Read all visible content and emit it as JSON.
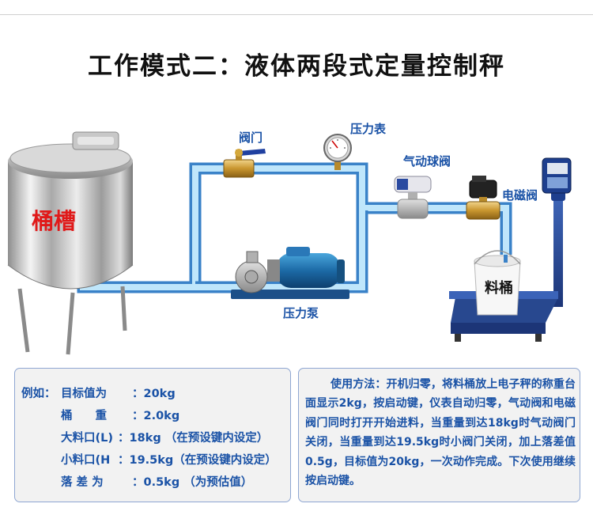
{
  "title": "工作模式二：液体两段式定量控制秤",
  "labels": {
    "tank": "桶槽",
    "valve": "阀门",
    "gauge": "压力表",
    "ball_valve": "气动球阀",
    "solenoid": "电磁阀",
    "pump": "压力泵",
    "bucket": "料桶"
  },
  "example": {
    "prefix": "例如：",
    "rows": [
      {
        "key": "目标值为",
        "value": "：20kg"
      },
      {
        "key": "桶　　重",
        "value": "：2.0kg"
      },
      {
        "key": "大料口(L)",
        "value": "：18kg （在预设键内设定）"
      },
      {
        "key": "小料口(H",
        "value": "：19.5kg（在预设键内设定）"
      },
      {
        "key": "落 差 为",
        "value": "：0.5kg （为预估值）"
      }
    ]
  },
  "usage": "使用方法：开机归零，将料桶放上电子秤的称重台面显示2kg，按启动键，仪表自动归零，气动阀和电磁阀门同时打开开始进料，当重量到达18kg时气动阀门关闭，当重量到达19.5kg时小阀门关闭，加上落差值0.5g，目标值为20kg，一次动作完成。下次使用继续按启动键。"
}
